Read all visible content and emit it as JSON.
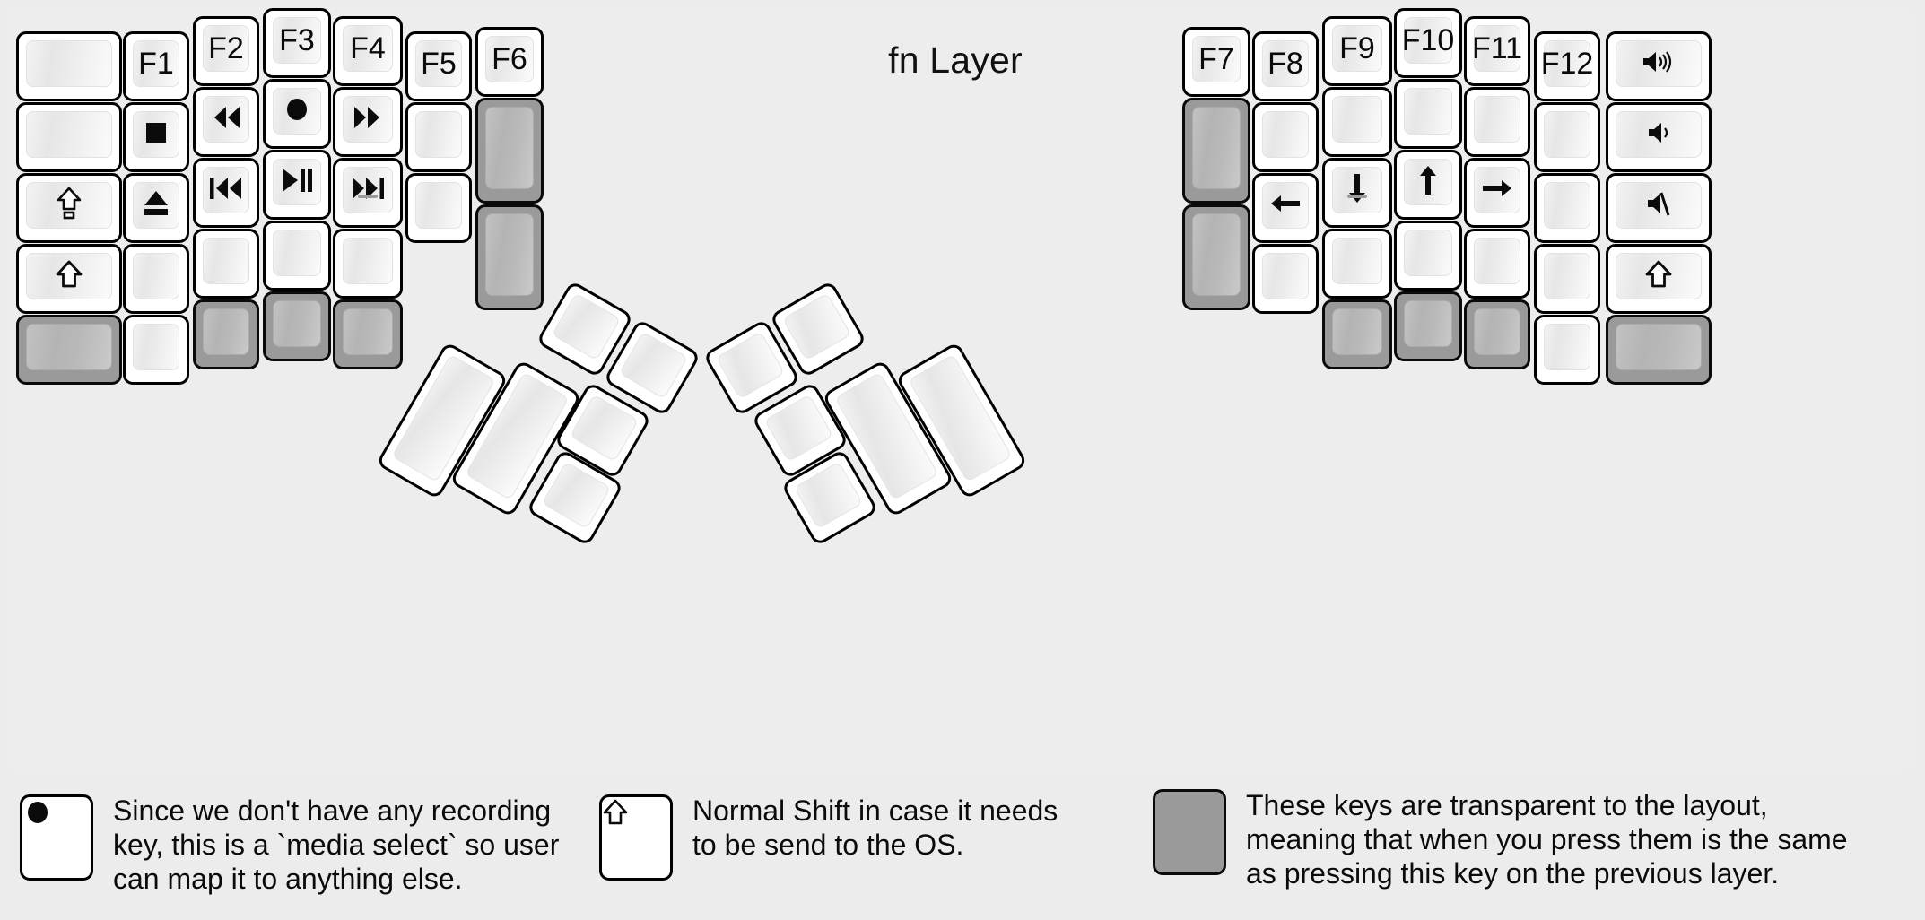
{
  "title": "fn Layer",
  "colors": {
    "background": "#ececec",
    "panel": "#ededed",
    "key_white": "#ffffff",
    "key_transparent": "#9a9a9a",
    "outline": "#000000",
    "text": "#0b0b0b"
  },
  "legend": [
    {
      "key_glyph": "record-dot",
      "transparent": false,
      "text": "Since we don't have any recording\nkey, this is a `media select` so user\ncan map it to anything else."
    },
    {
      "key_glyph": "shift-arrow",
      "transparent": false,
      "text": "Normal Shift in case it needs\nto be send to the OS."
    },
    {
      "key_glyph": "",
      "transparent": true,
      "text": "These keys are transparent to the layout,\nmeaning that when you press them is the same\nas pressing this key on the previous layer."
    }
  ],
  "left_half": {
    "columns": [
      {
        "name": "pinky-outer",
        "keys": [
          {
            "label": "",
            "glyph": "",
            "transparent": false
          },
          {
            "label": "",
            "glyph": "",
            "transparent": false
          },
          {
            "label": "",
            "glyph": "caps-lock-arrow",
            "transparent": false
          },
          {
            "label": "",
            "glyph": "shift-arrow",
            "transparent": false
          },
          {
            "label": "",
            "glyph": "",
            "transparent": true
          }
        ]
      },
      {
        "name": "pinky",
        "keys": [
          {
            "label": "F1",
            "glyph": "",
            "transparent": false
          },
          {
            "label": "",
            "glyph": "media-stop",
            "transparent": false
          },
          {
            "label": "",
            "glyph": "media-eject",
            "transparent": false
          },
          {
            "label": "",
            "glyph": "",
            "transparent": false
          },
          {
            "label": "",
            "glyph": "",
            "transparent": false
          }
        ]
      },
      {
        "name": "ring",
        "keys": [
          {
            "label": "F2",
            "glyph": "",
            "transparent": false
          },
          {
            "label": "",
            "glyph": "media-rewind",
            "transparent": false
          },
          {
            "label": "",
            "glyph": "media-prev-track",
            "transparent": false
          },
          {
            "label": "",
            "glyph": "",
            "transparent": false
          },
          {
            "label": "",
            "glyph": "",
            "transparent": true
          }
        ]
      },
      {
        "name": "middle",
        "keys": [
          {
            "label": "F3",
            "glyph": "",
            "transparent": false
          },
          {
            "label": "",
            "glyph": "media-record",
            "transparent": false
          },
          {
            "label": "",
            "glyph": "media-play-pause",
            "transparent": false
          },
          {
            "label": "",
            "glyph": "",
            "transparent": false
          },
          {
            "label": "",
            "glyph": "",
            "transparent": true
          }
        ]
      },
      {
        "name": "index",
        "keys": [
          {
            "label": "F4",
            "glyph": "",
            "transparent": false
          },
          {
            "label": "",
            "glyph": "media-fast-forward",
            "transparent": false
          },
          {
            "label": "",
            "glyph": "media-next-track",
            "homing": true,
            "transparent": false
          },
          {
            "label": "",
            "glyph": "",
            "transparent": false
          },
          {
            "label": "",
            "glyph": "",
            "transparent": true
          }
        ]
      },
      {
        "name": "index-inner",
        "keys": [
          {
            "label": "F5",
            "glyph": "",
            "transparent": false
          },
          {
            "label": "",
            "glyph": "",
            "transparent": false
          },
          {
            "label": "",
            "glyph": "",
            "transparent": false
          }
        ]
      },
      {
        "name": "inner",
        "keys": [
          {
            "label": "F6",
            "glyph": "",
            "transparent": false
          },
          {
            "label": "",
            "glyph": "",
            "transparent": true,
            "tall": true
          },
          {
            "label": "",
            "glyph": "",
            "transparent": true,
            "tall": true
          }
        ]
      }
    ],
    "thumb_cluster": [
      {
        "label": "",
        "glyph": "",
        "size": "2u",
        "transparent": false
      },
      {
        "label": "",
        "glyph": "",
        "size": "2u",
        "transparent": false
      },
      {
        "label": "",
        "glyph": "",
        "size": "1u",
        "transparent": false
      },
      {
        "label": "",
        "glyph": "",
        "size": "1u",
        "transparent": false
      },
      {
        "label": "",
        "glyph": "",
        "size": "1u",
        "transparent": false
      },
      {
        "label": "",
        "glyph": "",
        "size": "1u",
        "transparent": false
      }
    ]
  },
  "right_half": {
    "columns": [
      {
        "name": "inner",
        "keys": [
          {
            "label": "F7",
            "glyph": "",
            "transparent": false
          },
          {
            "label": "",
            "glyph": "",
            "transparent": true,
            "tall": true
          },
          {
            "label": "",
            "glyph": "",
            "transparent": true,
            "tall": true
          }
        ]
      },
      {
        "name": "index-inner",
        "keys": [
          {
            "label": "F8",
            "glyph": "",
            "transparent": false
          },
          {
            "label": "",
            "glyph": "",
            "transparent": false
          },
          {
            "label": "",
            "glyph": "arrow-left",
            "transparent": false
          },
          {
            "label": "",
            "glyph": "",
            "transparent": false
          }
        ]
      },
      {
        "name": "index",
        "keys": [
          {
            "label": "F9",
            "glyph": "",
            "transparent": false
          },
          {
            "label": "",
            "glyph": "",
            "transparent": false
          },
          {
            "label": "",
            "glyph": "arrow-down",
            "homing": true,
            "transparent": false
          },
          {
            "label": "",
            "glyph": "",
            "transparent": false
          },
          {
            "label": "",
            "glyph": "",
            "transparent": true
          }
        ]
      },
      {
        "name": "middle",
        "keys": [
          {
            "label": "F10",
            "glyph": "",
            "transparent": false
          },
          {
            "label": "",
            "glyph": "",
            "transparent": false
          },
          {
            "label": "",
            "glyph": "arrow-up",
            "transparent": false
          },
          {
            "label": "",
            "glyph": "",
            "transparent": false
          },
          {
            "label": "",
            "glyph": "",
            "transparent": true
          }
        ]
      },
      {
        "name": "ring",
        "keys": [
          {
            "label": "F11",
            "glyph": "",
            "transparent": false
          },
          {
            "label": "",
            "glyph": "",
            "transparent": false
          },
          {
            "label": "",
            "glyph": "arrow-right",
            "transparent": false
          },
          {
            "label": "",
            "glyph": "",
            "transparent": false
          },
          {
            "label": "",
            "glyph": "",
            "transparent": true
          }
        ]
      },
      {
        "name": "pinky",
        "keys": [
          {
            "label": "F12",
            "glyph": "",
            "transparent": false
          },
          {
            "label": "",
            "glyph": "",
            "transparent": false
          },
          {
            "label": "",
            "glyph": "",
            "transparent": false
          },
          {
            "label": "",
            "glyph": "",
            "transparent": false
          },
          {
            "label": "",
            "glyph": "",
            "transparent": false
          }
        ]
      },
      {
        "name": "pinky-outer",
        "keys": [
          {
            "label": "",
            "glyph": "volume-up",
            "transparent": false
          },
          {
            "label": "",
            "glyph": "volume-down",
            "transparent": false
          },
          {
            "label": "",
            "glyph": "volume-mute",
            "transparent": false
          },
          {
            "label": "",
            "glyph": "shift-arrow",
            "transparent": false
          },
          {
            "label": "",
            "glyph": "",
            "transparent": true
          }
        ]
      }
    ],
    "thumb_cluster": [
      {
        "label": "",
        "glyph": "",
        "size": "1u",
        "transparent": false
      },
      {
        "label": "",
        "glyph": "",
        "size": "1u",
        "transparent": false
      },
      {
        "label": "",
        "glyph": "",
        "size": "1u",
        "transparent": false
      },
      {
        "label": "",
        "glyph": "",
        "size": "1u",
        "transparent": false
      },
      {
        "label": "",
        "glyph": "",
        "size": "2u",
        "transparent": false
      },
      {
        "label": "",
        "glyph": "",
        "size": "2u",
        "transparent": false
      }
    ]
  }
}
